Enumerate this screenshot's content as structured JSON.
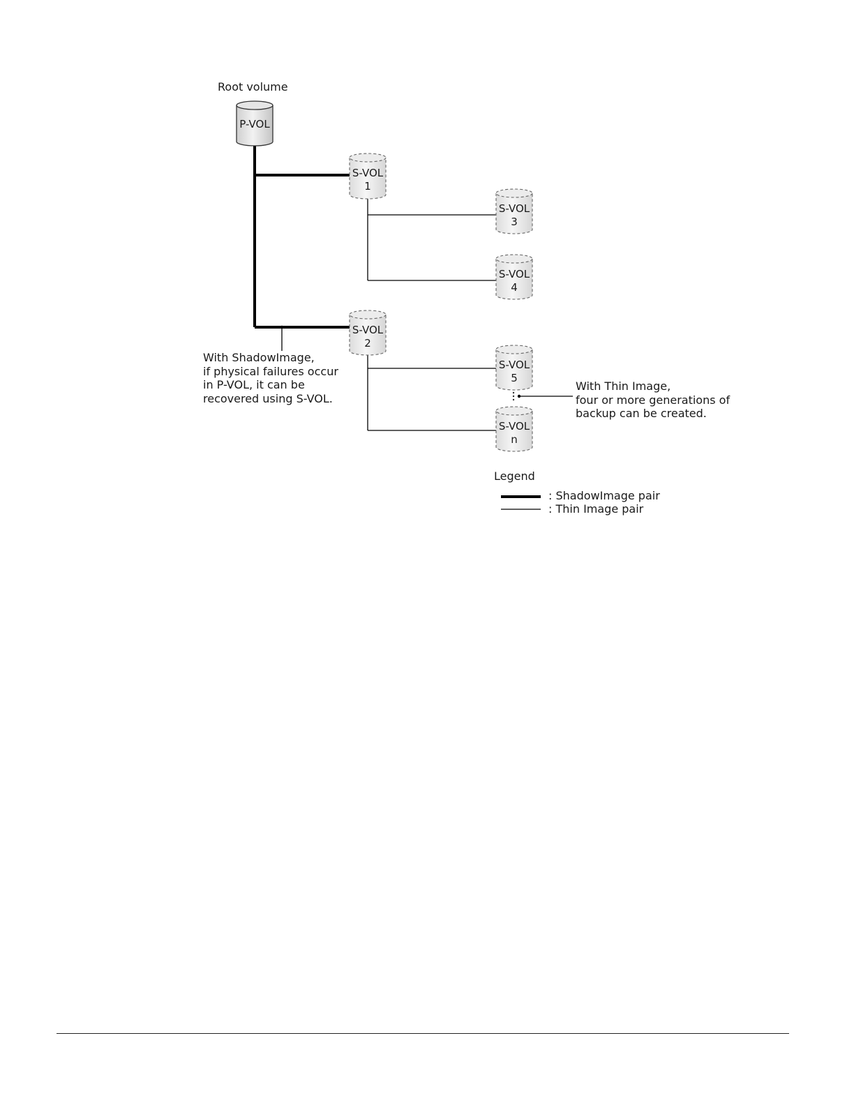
{
  "root_label": "Root volume",
  "volumes": {
    "pvol": {
      "line1": "P-VOL",
      "line2": ""
    },
    "svol1": {
      "line1": "S-VOL",
      "line2": "1"
    },
    "svol2": {
      "line1": "S-VOL",
      "line2": "2"
    },
    "svol3": {
      "line1": "S-VOL",
      "line2": "3"
    },
    "svol4": {
      "line1": "S-VOL",
      "line2": "4"
    },
    "svol5": {
      "line1": "S-VOL",
      "line2": "5"
    },
    "svoln": {
      "line1": "S-VOL",
      "line2": "n"
    }
  },
  "shadowimage_note": [
    "With ShadowImage,",
    "if physical failures occur",
    "in P-VOL, it can be",
    "recovered using S-VOL."
  ],
  "thinimage_note": [
    "With Thin Image,",
    "four or more generations of",
    "backup can be created."
  ],
  "legend": {
    "title": "Legend",
    "shadowimage": ": ShadowImage pair",
    "thinimage": ": Thin Image pair"
  }
}
